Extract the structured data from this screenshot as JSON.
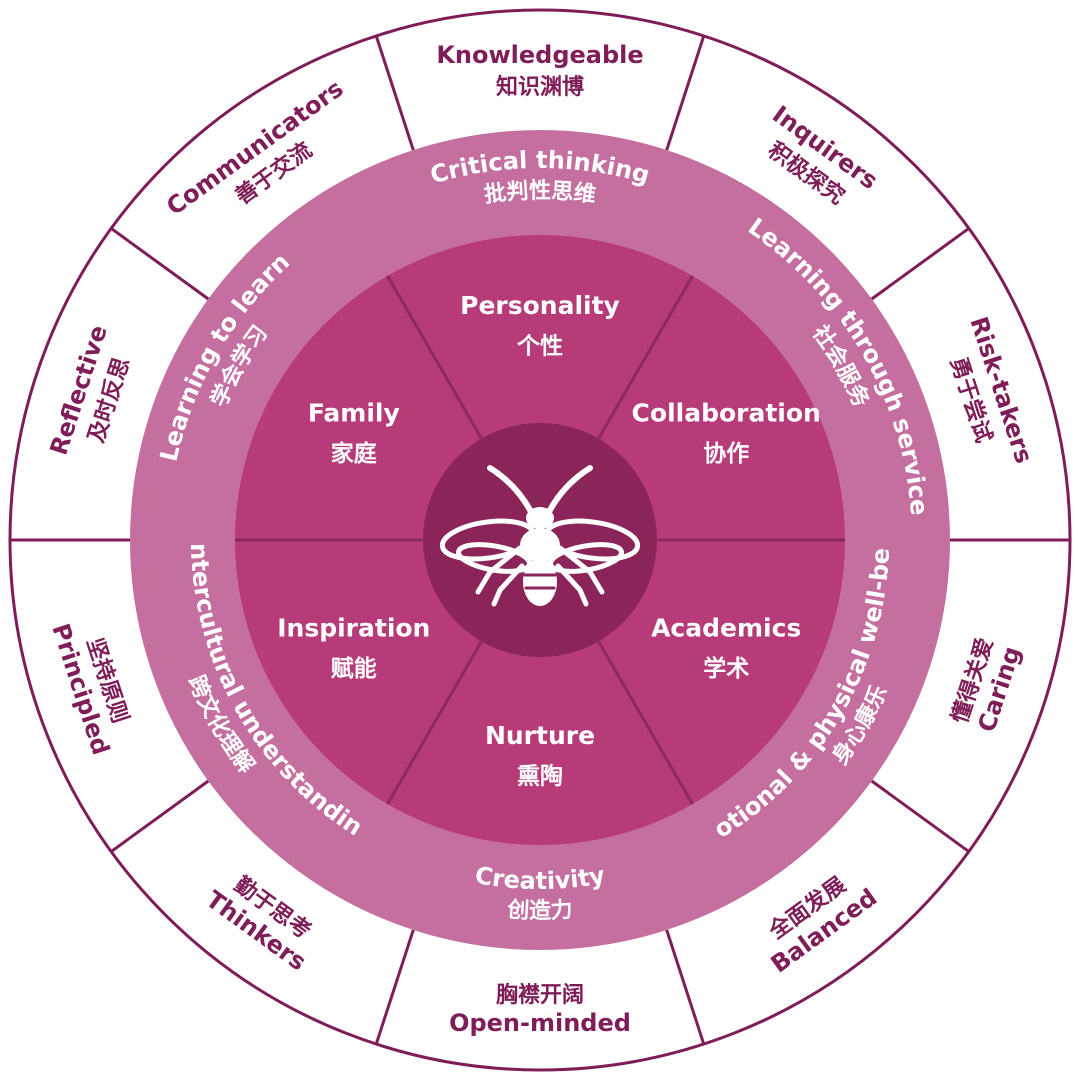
{
  "colors": {
    "outer_fill": "#ffffff",
    "outer_line": "#7e1d58",
    "outer_text": "#7e1d58",
    "middle_ring": "#c46fa0",
    "middle_text": "#ffffff",
    "inner_fill": "#b63b78",
    "inner_line": "#8a2a5d",
    "inner_text": "#ffffff",
    "center_fill": "#8a2459",
    "bee_color": "#ffffff"
  },
  "outer_ring": [
    {
      "en": "Knowledgeable",
      "zh": "知识渊博"
    },
    {
      "en": "Inquirers",
      "zh": "积极探究"
    },
    {
      "en": "Risk-takers",
      "zh": "勇于尝试"
    },
    {
      "en": "Caring",
      "zh": "懂得关爱"
    },
    {
      "en": "Balanced",
      "zh": "全面发展"
    },
    {
      "en": "Open-minded",
      "zh": "胸襟开阔"
    },
    {
      "en": "Thinkers",
      "zh": "勤于思考"
    },
    {
      "en": "Principled",
      "zh": "坚持原则"
    },
    {
      "en": "Reflective",
      "zh": "及时反思"
    },
    {
      "en": "Communicators",
      "zh": "善于交流"
    }
  ],
  "middle_ring": [
    {
      "en": "Critical thinking",
      "zh": "批判性思维"
    },
    {
      "en": "Learning through service",
      "zh": "社会服务"
    },
    {
      "en": "Emotional  & physical well-being",
      "zh": "身心康乐"
    },
    {
      "en": "Creativity",
      "zh": "创造力"
    },
    {
      "en": "Intercultural understanding",
      "zh": "跨文化理解"
    },
    {
      "en": "Learning to learn",
      "zh": "学会学习"
    }
  ],
  "inner_ring": [
    {
      "en": "Personality",
      "zh": "个性"
    },
    {
      "en": "Collaboration",
      "zh": "协作"
    },
    {
      "en": "Academics",
      "zh": "学术"
    },
    {
      "en": "Nurture",
      "zh": "熏陶"
    },
    {
      "en": "Inspiration",
      "zh": "赋能"
    },
    {
      "en": "Family",
      "zh": "家庭"
    }
  ],
  "center_icon": "bee-icon"
}
